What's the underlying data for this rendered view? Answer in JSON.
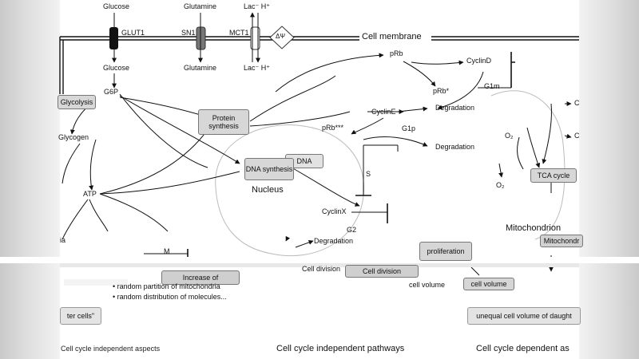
{
  "membrane": {
    "transporters": [
      "GLUT1",
      "SN1",
      "MCT1"
    ],
    "outside": [
      "Glucose",
      "Glutamine",
      "Lac⁻ H⁺"
    ],
    "inside": [
      "Glucose",
      "Glutamine",
      "Lac⁻ H⁺"
    ],
    "delta_psi": "ΔΨ",
    "label": "Cell membrane"
  },
  "metabolism": {
    "g6p": "G6P",
    "glycolysis": "Glycolysis",
    "glycogen": "Glycogen",
    "atp": "ATP",
    "protein_synthesis": "Protein synthesis",
    "dna_synthesis": "DNA synthesis",
    "dna_partial": "DNA",
    "nucleus": "Nucleus",
    "partial_edge": "ia"
  },
  "cell_cycle": {
    "prb": "pRb",
    "prb_star": "pRb*",
    "prb_triple": "pRb***",
    "cyclin_d": "CyclinD",
    "cyclin_e": "CyclinE",
    "cyclin_x": "CyclinX",
    "g1m": "G1m",
    "g1p": "G1p",
    "s": "S",
    "g2": "G2",
    "m": "M",
    "degradation_1": "Degradation",
    "degradation_2": "Degradation",
    "degradation_3": "Degradation"
  },
  "mitochondrion": {
    "o2_top": "O₂",
    "o2_bottom": "O₂",
    "tca": "TCA cycle",
    "label": "Mitochondrion",
    "partial_box": "Mitochondr",
    "right_edge_1": "C",
    "right_edge_2": "C"
  },
  "bottom": {
    "increase": "Increase of",
    "cell_division": "Cell division",
    "cell_division_ghost": "Cell division",
    "bullet_1": "• random partition of mitochondria",
    "bullet_2": "• random distribution of molecules...",
    "proliferation": "proliferation",
    "cell_volume": "cell volume",
    "cell_volume_ghost": "cell volume",
    "unequal": "unequal cell volume of daught",
    "cells": "ter cells\"",
    "footer_left": "Cell cycle independent aspects",
    "footer_mid": "Cell cycle independent pathways",
    "footer_right": "Cell cycle dependent as"
  }
}
